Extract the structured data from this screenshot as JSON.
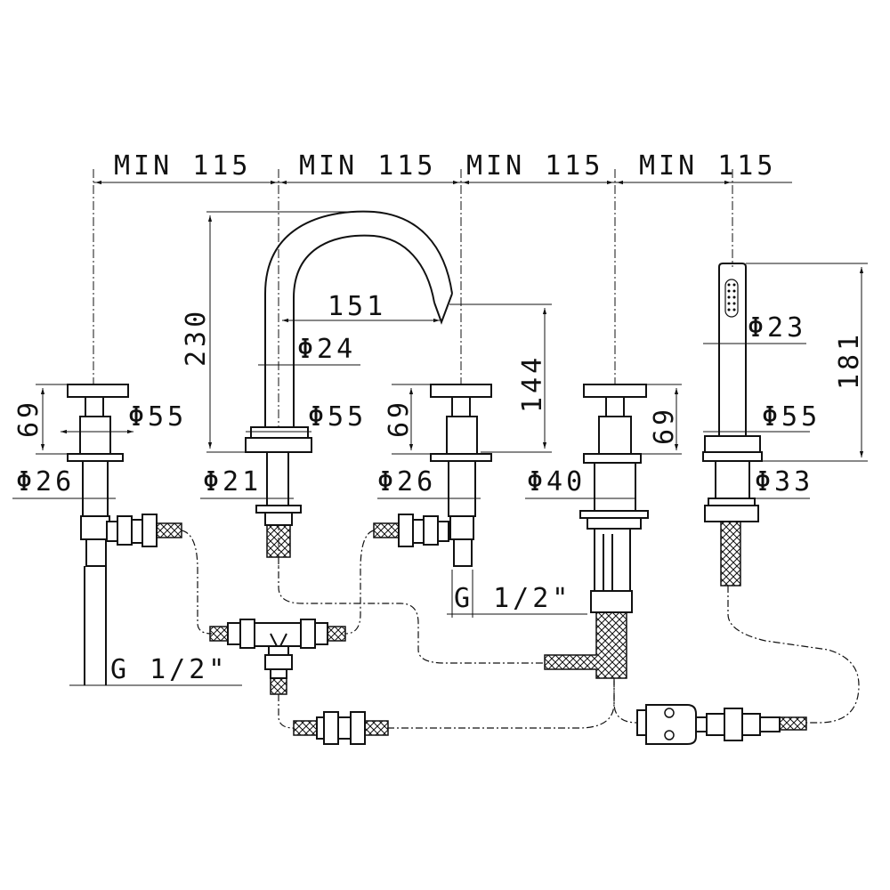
{
  "dimensions": {
    "spacing": [
      "MIN 115",
      "MIN 115",
      "MIN 115",
      "MIN 115"
    ],
    "spout_height": "230",
    "spout_reach": "151",
    "spout_outlet_height": "144",
    "spout_diameter": "Φ24",
    "spout_base_diameter": "Φ55",
    "spout_shank_diameter": "Φ21",
    "left_handle_height": "69",
    "left_handle_diameter": "Φ55",
    "left_shank_diameter": "Φ26",
    "middle_handle_height": "69",
    "middle_shank_diameter": "Φ26",
    "diverter_handle_height": "69",
    "diverter_shank_diameter": "Φ40",
    "shower_height": "181",
    "shower_diameter": "Φ23",
    "shower_base_diameter": "Φ55",
    "shower_shank_diameter": "Φ33",
    "thread_middle": "G 1/2\"",
    "thread_left": "G 1/2\""
  }
}
